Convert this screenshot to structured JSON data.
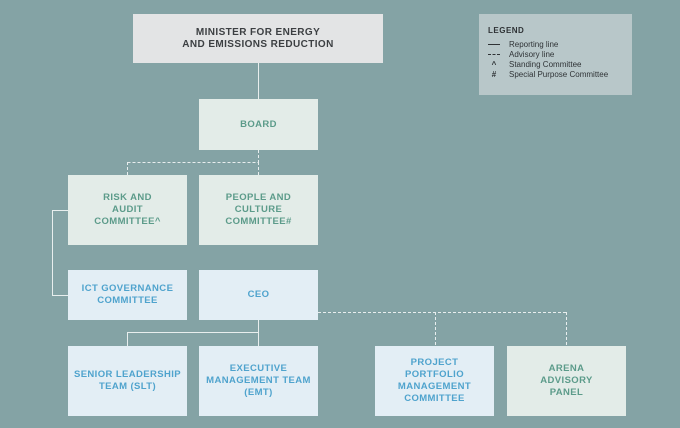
{
  "nodes": {
    "minister": "MINISTER FOR ENERGY\nAND EMISSIONS REDUCTION",
    "board": "BOARD",
    "risk": "RISK AND\nAUDIT\nCOMMITTEE^",
    "people": "PEOPLE AND\nCULTURE\nCOMMITTEE#",
    "ict": "ICT GOVERNANCE\nCOMMITTEE",
    "ceo": "CEO",
    "slt": "SENIOR LEADERSHIP\nTEAM (SLT)",
    "emt": "EXECUTIVE\nMANAGEMENT TEAM\n(EMT)",
    "ppmc": "PROJECT\nPORTFOLIO\nMANAGEMENT\nCOMMITTEE",
    "arena": "ARENA\nADVISORY\nPANEL"
  },
  "legend": {
    "title": "LEGEND",
    "items": [
      {
        "symbol": "solid-line",
        "label": "Reporting line"
      },
      {
        "symbol": "dashed-line",
        "label": "Advisory line"
      },
      {
        "symbol": "^",
        "label": "Standing Committee"
      },
      {
        "symbol": "#",
        "label": "Special Purpose Committee"
      }
    ]
  },
  "colors": {
    "background": "#84a3a5",
    "minister_box": "#e3e4e5",
    "green_box": "#e3ece8",
    "green_text": "#5c9b8a",
    "blue_box": "#e3eef5",
    "blue_text": "#4fa3cd",
    "connector": "#e8eeee"
  }
}
